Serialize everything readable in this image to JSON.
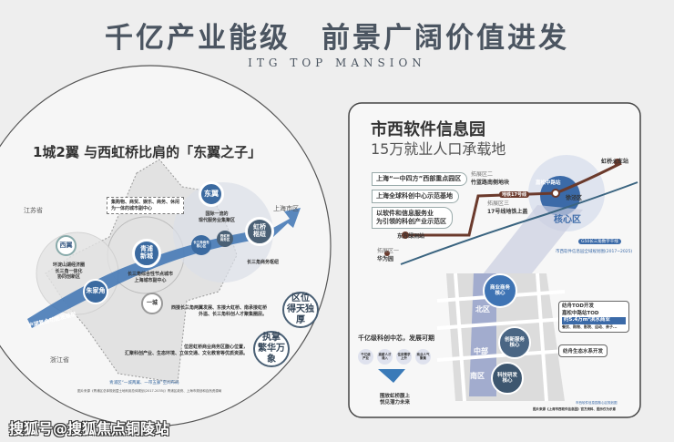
{
  "header": {
    "title": "千亿产业能级　前景广阔价值进发",
    "subtitle": "ITG TOP MANSION"
  },
  "left": {
    "heading": "1城2翼 与西虹桥比肩的「东翼之子」",
    "labels": {
      "jiangsu": "江苏省",
      "shanghai": "上海市区",
      "zhejiang": "浙江省"
    },
    "nodes": {
      "xiyi": "西翼",
      "zhujiajiao": "朱家角",
      "qingpu": "青浦\n新城",
      "dongyi": "东翼",
      "hongqiao": "虹桥\n枢纽",
      "yicheng": "一城",
      "small1": "长三角商务\n核心区",
      "small2": "西虹桥\n商务区"
    },
    "callout": "集购物、商贸、娱乐、商务、休闲\n为一体的城市副中心",
    "captions": {
      "xiyi": "环淀山湖经济圈\n长三角一体化\n协同创新区",
      "qingpu": "长三角综合性节点城市\n上海城市副中心",
      "dongyi": "国际一流的\n现代服务业集聚区",
      "hongqiao": "长三角商务枢纽",
      "arrow": "沪湖复合功能发展带"
    },
    "badges": {
      "location": "区位\n得天独厚",
      "prosperity": "执掌\n繁华万象"
    },
    "desc1": "西接长三角两翼发展、东接大虹桥、南承接虹桥\n外溢、长三角科创人才聚集圈层。",
    "desc2": "位居虹桥商业商务区腹心位置，\n汇聚科创产业、生态环境、立体交通、文化教育等优质资源。",
    "caption_bottom": "青浦区“一城两翼、一带五廊”空间布局",
    "footnote": "图片来源《青浦区总体规划暨土地利用总体规划(2017-2035)》青浦区政府、上海市规划和自然资源局"
  },
  "right": {
    "title": "市西软件信息园",
    "subtitle": "15万就业人口承载地",
    "pills": [
      "上海“一中四方”西部重点园区",
      "上海全球科创中心示范基地",
      "以软件和信息服务业\n为引领的科创产业示范区"
    ],
    "map": {
      "hongqiao_station": "虹桥火车站",
      "ext2": "拓展区二",
      "ext2_name": "竹蓝路南侧地块",
      "jiasong": "嘉松中路站",
      "line17": "地铁17号线",
      "ext3": "拓展区三",
      "ext3_name": "17号线地铁上盖",
      "xujing": "徐泾区",
      "core": "核心区",
      "dongfang": "东方绿洲站",
      "ext1": "拓展区一",
      "ext1_name": "华为园",
      "g60": "G50长三角数字干线",
      "plan": "市西软件信息园全域规划图(2017~2025)"
    },
    "cores": [
      "商业商务\n核心",
      "创新服务\n核心",
      "科技研发\n核心"
    ],
    "zones": [
      "北区",
      "中部",
      "南区"
    ],
    "tod": {
      "line1": "纺舟TOD开发",
      "line2": "嘉松中路站TOD",
      "highlight": "约5.4万m²滨水商业",
      "sub": "餐饮、购物、影院、运动、亲子..."
    },
    "eco": "纺舟生态水系开发",
    "hub_title": "千亿级科创中芯，发展可期",
    "factors": [
      "千亿级\n产业",
      "高薪人才\n涌入",
      "住房需求\n上升",
      "商业人气\n聚集"
    ],
    "result": "围放虹桥腹上\n悦见潜力未来",
    "note1": "市西软件信息园核心区规划图",
    "note2": "图片来源《上海市西软件信息园》官方资料、图示仅为示意"
  },
  "watermark": "搜狐号@搜狐焦点铜陵站"
}
